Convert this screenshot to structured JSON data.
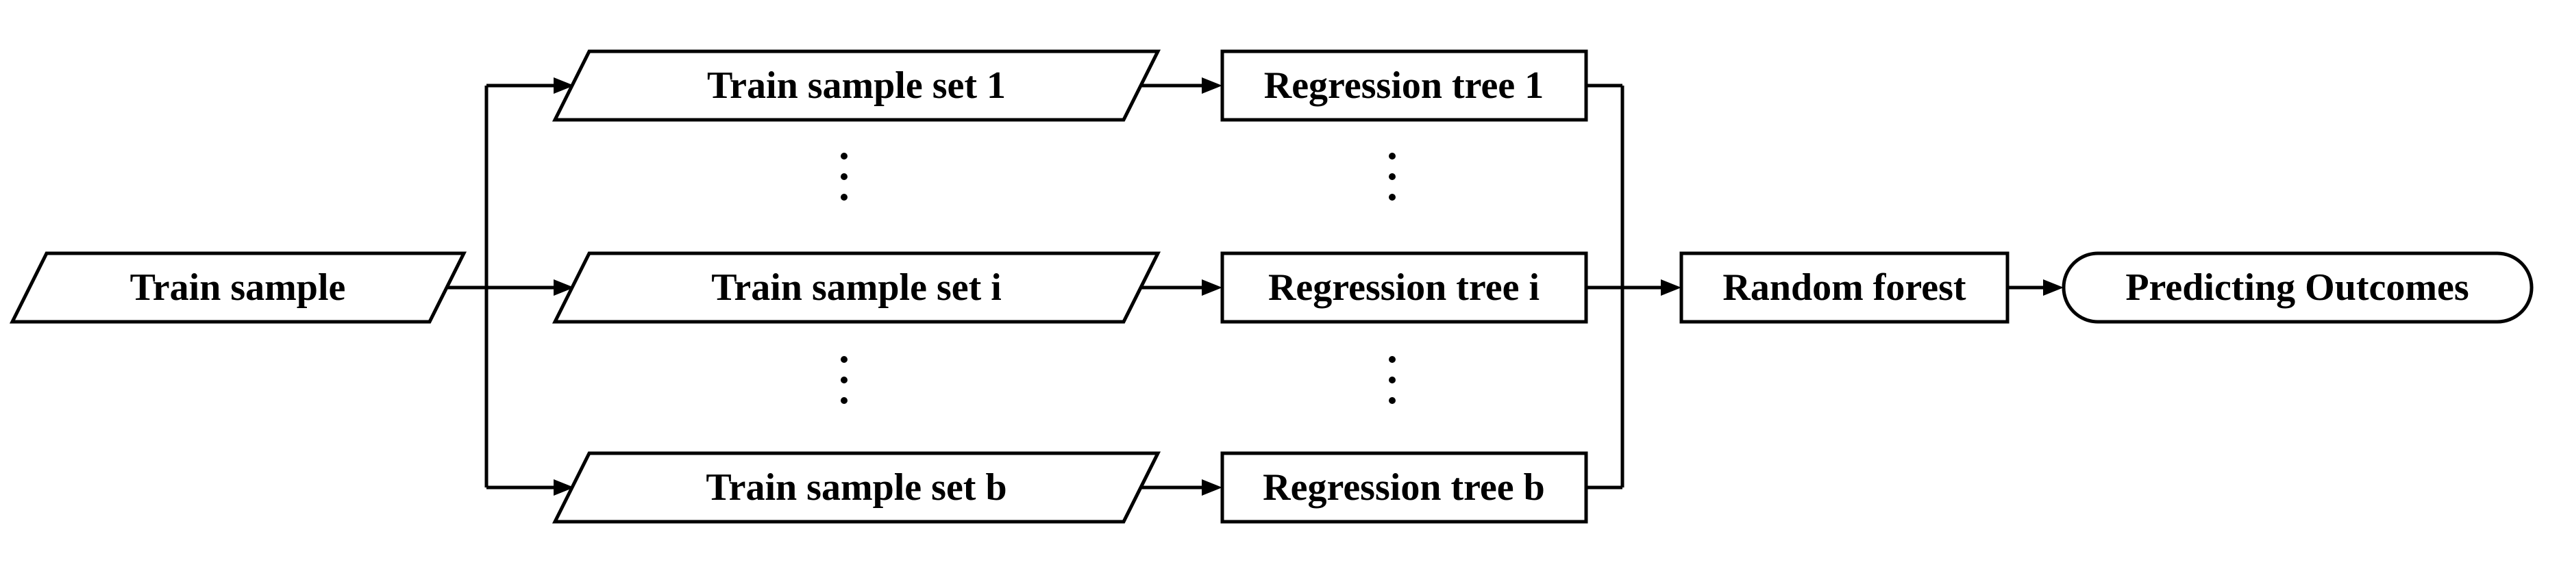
{
  "diagram": {
    "nodes": {
      "train_sample": "Train sample",
      "train_sample_set_1": "Train sample set 1",
      "train_sample_set_i": "Train sample set i",
      "train_sample_set_b": "Train sample set b",
      "regression_tree_1": "Regression tree 1",
      "regression_tree_i": "Regression tree i",
      "regression_tree_b": "Regression tree b",
      "random_forest": "Random forest",
      "predicting_outcomes": "Predicting Outcomes"
    }
  }
}
